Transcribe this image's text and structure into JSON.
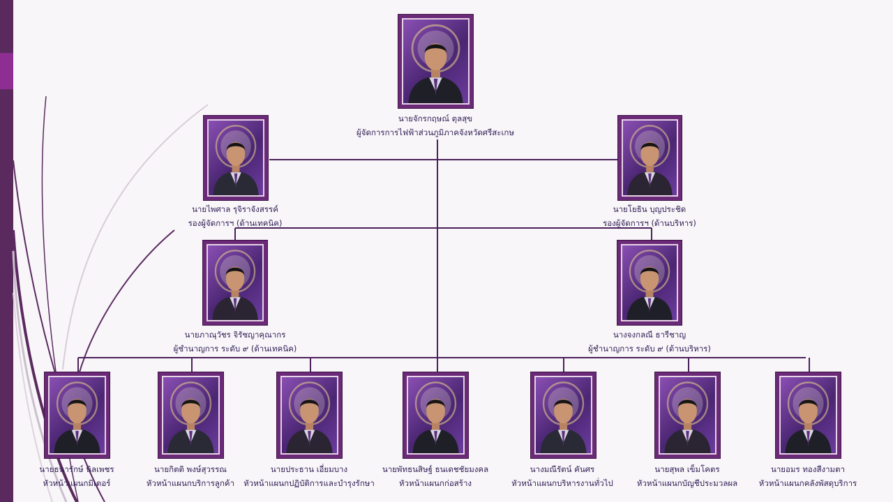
{
  "colors": {
    "frame": "#6b2a78",
    "line": "#4a1f5a",
    "text": "#2f1c53",
    "left_bar": "#5a2a5f",
    "left_accent": "#8e2d92"
  },
  "manager": {
    "name": "นายจักรกฤษณ์  ตุลสุข",
    "title": "ผู้จัดการการไฟฟ้าส่วนภูมิภาคจังหวัดศรีสะเกษ"
  },
  "deputies": [
    {
      "name": "นายไพศาล  รุจิราจังสรรค์",
      "title": "รองผู้จัดการฯ   (ด้านเทคนิค)"
    },
    {
      "name": "นายโยธิน  บุญประชิด",
      "title": "รองผู้จัดการฯ  (ด้านบริหาร)"
    }
  ],
  "experts": [
    {
      "name": "นายภาณุวัชร  จิรัชญาคุณากร",
      "title": "ผู้ชำนาญการ ระดับ ๙ (ด้านเทคนิค)"
    },
    {
      "name": "นางจงกลณี  ธารีชาญ",
      "title": "ผู้ชำนาญการ ระดับ ๙ (ด้านบริหาร)"
    }
  ],
  "section_heads": [
    {
      "name": "นายธนารักษ์  นิลเพชร",
      "title": "หัวหน้าแผนกมิเตอร์"
    },
    {
      "name": "นายกิตติ  พงษ์สุวรรณ",
      "title": "หัวหน้าแผนกบริการลูกค้า"
    },
    {
      "name": "นายประธาน  เอี่ยมบาง",
      "title": "หัวหน้าแผนกปฏิบัติการและบำรุงรักษา"
    },
    {
      "name": "นายพัทธนสิษฐ์  ธนเดชชัยมงคล",
      "title": "หัวหน้าแผนกก่อสร้าง"
    },
    {
      "name": "นางมณีรัตน์  คันศร",
      "title": "หัวหน้าแผนกบริหารงานทั่วไป"
    },
    {
      "name": "นายสุพล  เข็มโคตร",
      "title": "หัวหน้าแผนกบัญชีประมวลผล"
    },
    {
      "name": "นายอมร  ทองสีงามตา",
      "title": "หัวหน้าแผนกคลังพัสดุบริการ"
    }
  ]
}
